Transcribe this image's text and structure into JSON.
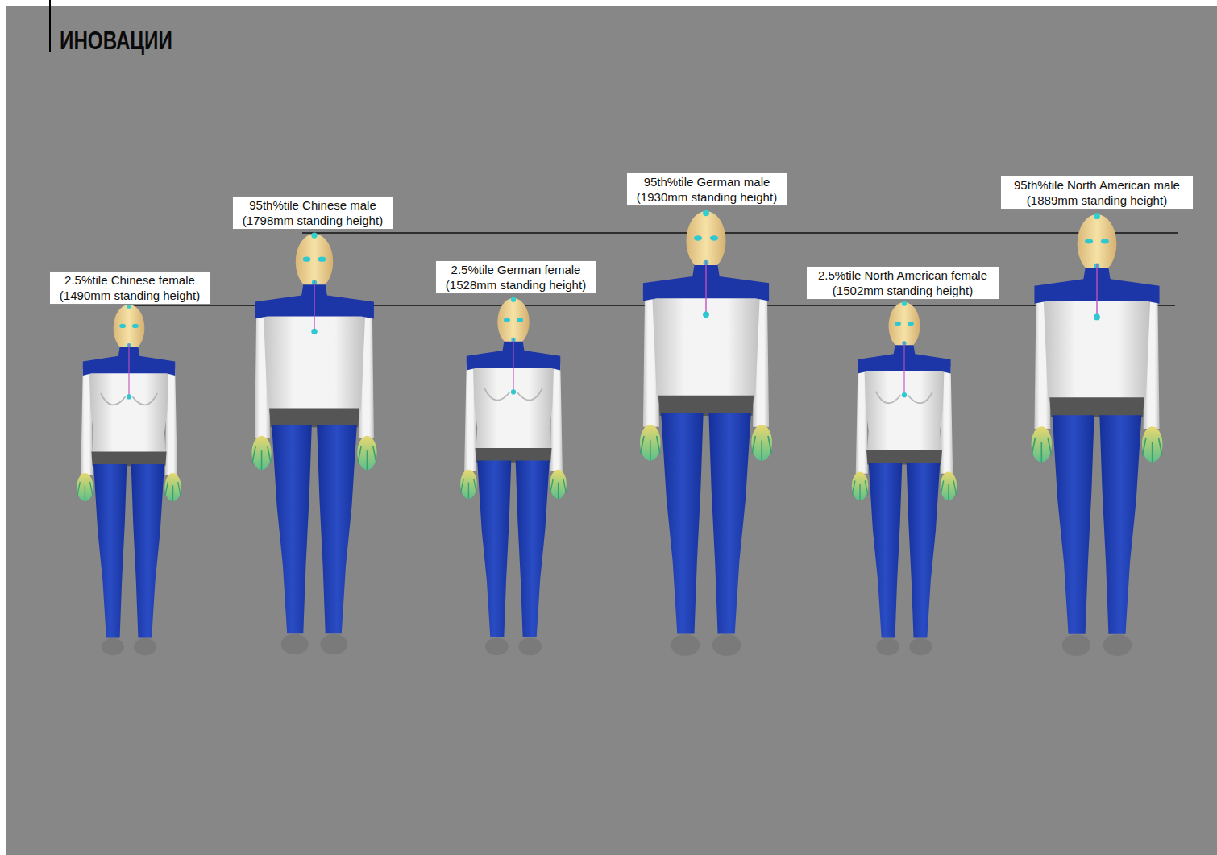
{
  "diagram": {
    "title": "ИНОВАЦИИ",
    "nodes": [
      {
        "text": [
          "2.5%tile Chinese female (1490mm standing height)"
        ]
      },
      {
        "text": [
          "95th%tile Chinese male (1798mm standing height)"
        ]
      },
      {
        "text": [
          "2.5%tile German female (1528mm standing height)"
        ]
      },
      {
        "text": [
          "95th%tile German male (1930mm standing height)"
        ]
      },
      {
        "text": [
          "2.5%tile North American female (1502mm standing height)"
        ]
      },
      {
        "text": [
          "95th%tile North American male (1889mm standing height)"
        ]
      }
    ]
  }
}
